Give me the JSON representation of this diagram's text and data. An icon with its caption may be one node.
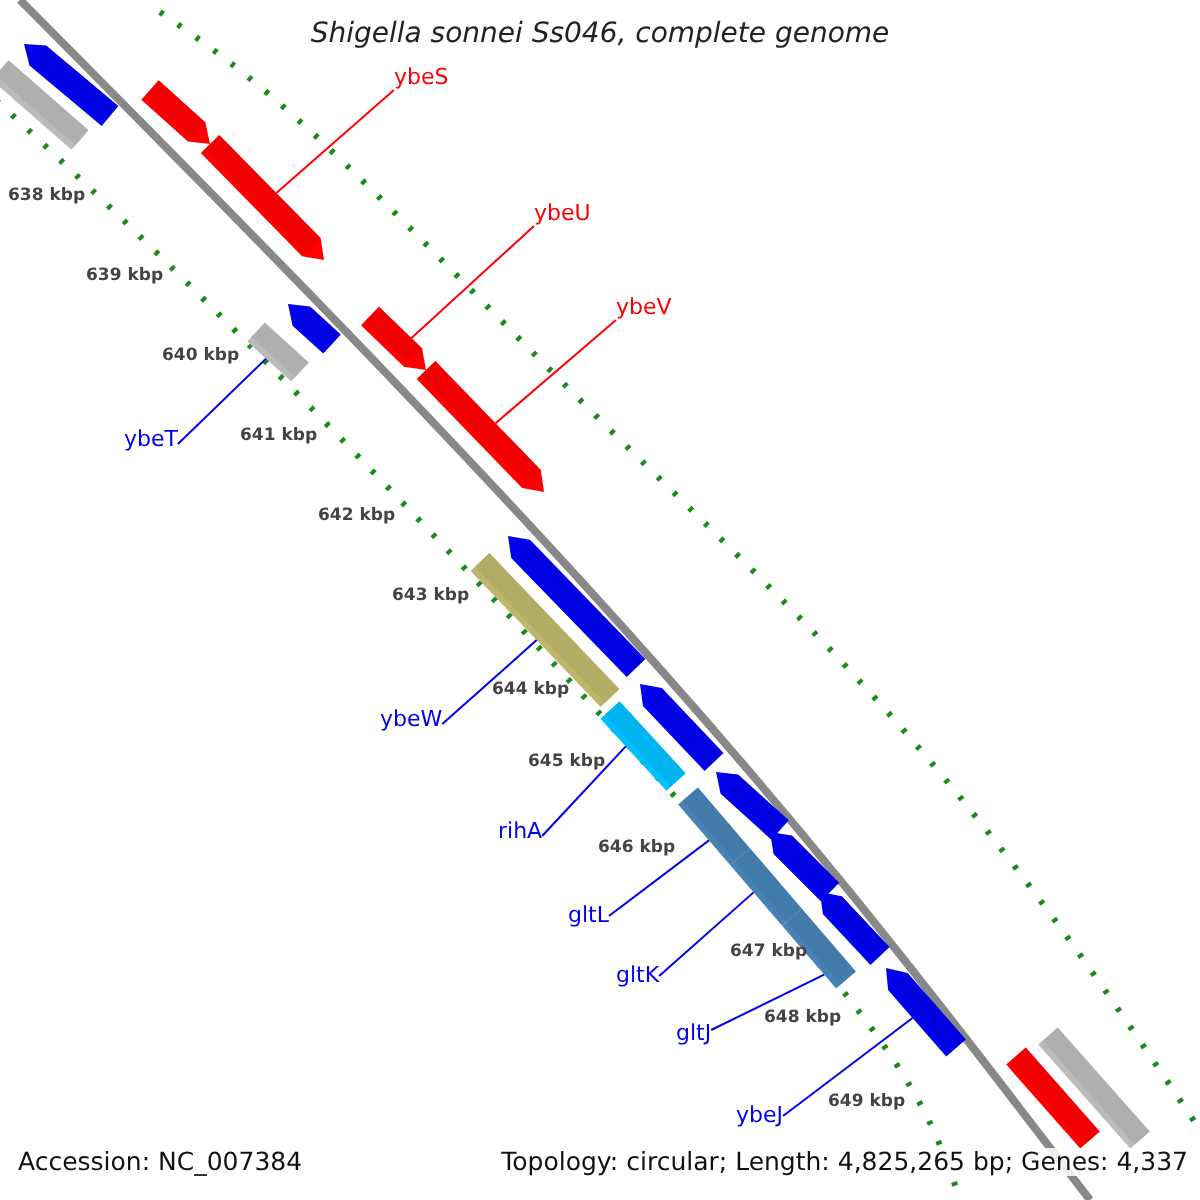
{
  "diagram": {
    "title": "Shigella sonnei Ss046, complete genome",
    "nodes": [
      {
        "text": [
          "ybeS"
        ]
      },
      {
        "text": [
          "ybeU"
        ]
      },
      {
        "text": [
          "ybeV"
        ]
      },
      {
        "text": [
          "ybeT"
        ]
      },
      {
        "text": [
          "ybeW"
        ]
      },
      {
        "text": [
          "rihA"
        ]
      },
      {
        "text": [
          "gltL"
        ]
      },
      {
        "text": [
          "gltK"
        ]
      },
      {
        "text": [
          "gltJ"
        ]
      },
      {
        "text": [
          "ybeJ"
        ]
      },
      {
        "text": [],
        "shape": "box"
      },
      {
        "text": [],
        "shape": "arrow"
      },
      {
        "text": [],
        "shape": "arrow"
      },
      {
        "text": [],
        "shape": "arrow"
      },
      {
        "text": [],
        "shape": "box"
      },
      {
        "text": [],
        "shape": "arrow"
      },
      {
        "text": [],
        "shape": "arrow"
      },
      {
        "text": [],
        "shape": "arrow"
      },
      {
        "text": [],
        "shape": "box"
      },
      {
        "text": [],
        "shape": "arrow"
      },
      {
        "text": [],
        "shape": "box"
      },
      {
        "text": [],
        "shape": "arrow"
      },
      {
        "text": [],
        "shape": "box"
      },
      {
        "text": [],
        "shape": "box"
      },
      {
        "text": [],
        "shape": "box"
      },
      {
        "text": [],
        "shape": "arrow"
      },
      {
        "text": [],
        "shape": "arrow"
      },
      {
        "text": [],
        "shape": "arrow"
      },
      {
        "text": [],
        "shape": "arrow"
      },
      {
        "text": [],
        "shape": "box"
      },
      {
        "text": [],
        "shape": "box"
      }
    ],
    "edges": [
      {
        "from": 0,
        "to": 13,
        "arrow": "none",
        "color": "#ff0000"
      },
      {
        "from": 1,
        "to": 16,
        "arrow": "none",
        "color": "#ff0000"
      },
      {
        "from": 2,
        "to": 17,
        "arrow": "none",
        "color": "#ff0000"
      },
      {
        "from": 3,
        "to": 14,
        "arrow": "none"
      },
      {
        "from": 4,
        "to": 18,
        "arrow": "none"
      },
      {
        "from": 5,
        "to": 20,
        "arrow": "none"
      },
      {
        "from": 6,
        "to": 22,
        "arrow": "none"
      },
      {
        "from": 7,
        "to": 23,
        "arrow": "none"
      },
      {
        "from": 8,
        "to": 24,
        "arrow": "none"
      },
      {
        "from": 9,
        "to": 28,
        "arrow": "none"
      }
    ],
    "labels": [
      "638 kbp",
      "639 kbp",
      "640 kbp",
      "641 kbp",
      "642 kbp",
      "643 kbp",
      "644 kbp",
      "645 kbp",
      "646 kbp",
      "647 kbp",
      "648 kbp",
      "649 kbp",
      "Accession: NC_007384",
      "Topology: circular; Length: 4,825,265 bp; Genes: 4,337"
    ]
  }
}
